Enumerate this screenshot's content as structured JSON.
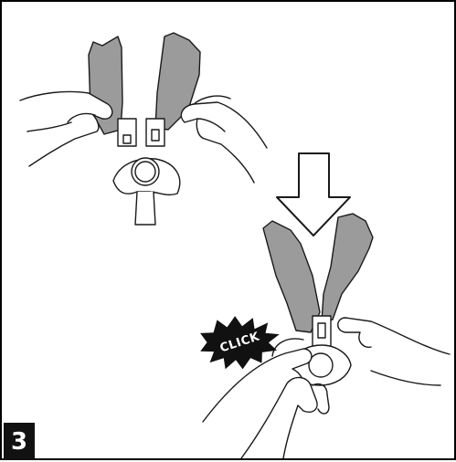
{
  "step": {
    "number": "3"
  },
  "callout": {
    "label": "CLICK"
  },
  "colors": {
    "strap": "#9b9b9b",
    "outline": "#1a1a1a",
    "badge": "#111111",
    "burst": "#111111"
  },
  "illustrations": [
    {
      "name": "unbuckled-harness",
      "description_icon": "harness-straps-icon"
    },
    {
      "name": "buckled-harness",
      "description_icon": "harness-straps-icon"
    }
  ],
  "arrow": {
    "direction": "down",
    "icon": "down-arrow-icon"
  }
}
